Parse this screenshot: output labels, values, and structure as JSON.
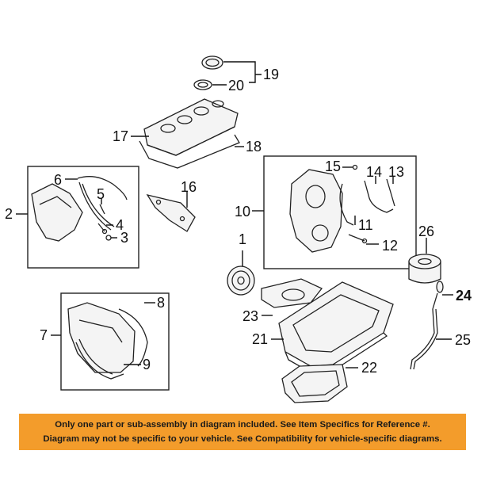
{
  "callouts": {
    "c1": "1",
    "c2": "2",
    "c3": "3",
    "c4": "4",
    "c5": "5",
    "c6": "6",
    "c7": "7",
    "c8": "8",
    "c9": "9",
    "c10": "10",
    "c11": "11",
    "c12": "12",
    "c13": "13",
    "c14": "14",
    "c15": "15",
    "c16": "16",
    "c17": "17",
    "c18": "18",
    "c19": "19",
    "c20": "20",
    "c21": "21",
    "c22": "22",
    "c23": "23",
    "c24": "24",
    "c25": "25",
    "c26": "26"
  },
  "notice": {
    "line1": "Only one part or sub-assembly in diagram included. See Item Specifics for Reference #.",
    "line2": "Diagram may not be specific to your vehicle. See Compatibility for vehicle-specific diagrams."
  },
  "colors": {
    "notice_bg": "#f39c2b",
    "ink": "#222222"
  }
}
